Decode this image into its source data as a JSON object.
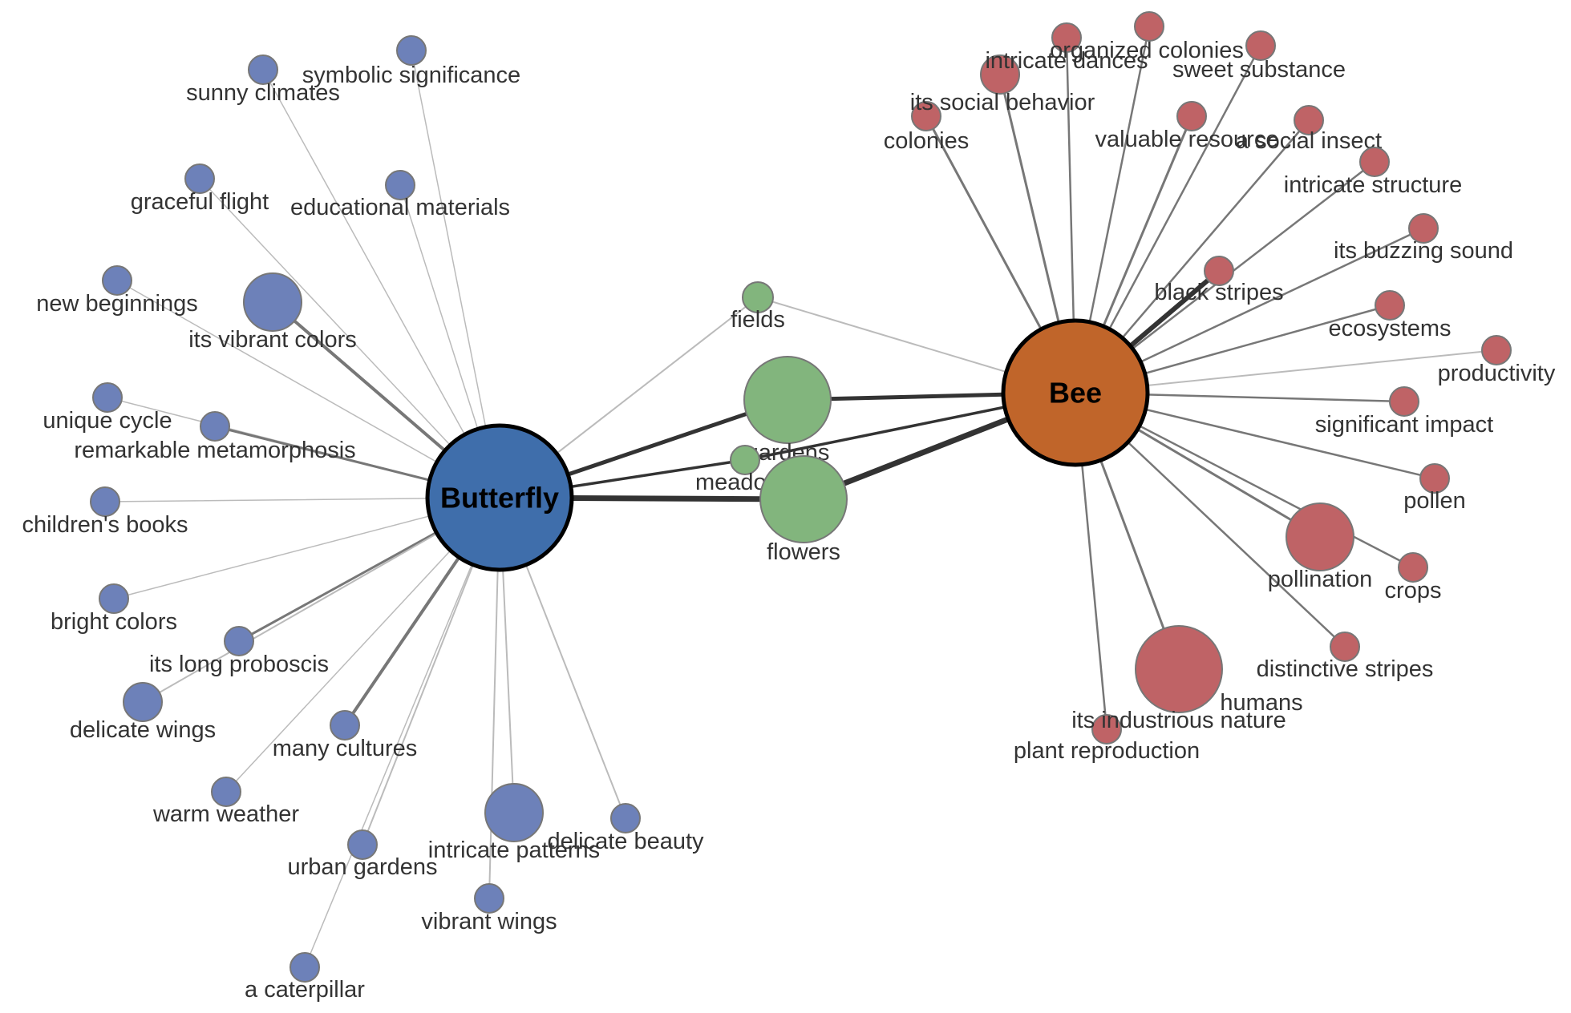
{
  "colors": {
    "butterfly_hub": "#3f6eab",
    "bee_hub": "#c0652a",
    "butterfly_attr": "#6d81b9",
    "bee_attr": "#bf6366",
    "shared": "#82b57d",
    "edge_light": "#bbbbbb",
    "edge_mid": "#777777",
    "edge_dark": "#333333"
  },
  "hubs": [
    {
      "id": "butterfly",
      "label": "Butterfly"
    },
    {
      "id": "bee",
      "label": "Bee"
    }
  ],
  "shared": [
    {
      "id": "fields",
      "label": "fields"
    },
    {
      "id": "gardens",
      "label": "gardens"
    },
    {
      "id": "meadows",
      "label": "meadows"
    },
    {
      "id": "flowers",
      "label": "flowers"
    }
  ],
  "butterfly_nodes": [
    {
      "id": "b1",
      "label": "symbolic significance"
    },
    {
      "id": "b2",
      "label": "sunny climates"
    },
    {
      "id": "b3",
      "label": "graceful flight"
    },
    {
      "id": "b4",
      "label": "educational materials"
    },
    {
      "id": "b5",
      "label": "new beginnings"
    },
    {
      "id": "b6",
      "label": "its vibrant colors"
    },
    {
      "id": "b7",
      "label": "unique cycle"
    },
    {
      "id": "b8",
      "label": "remarkable metamorphosis"
    },
    {
      "id": "b9",
      "label": "children's books"
    },
    {
      "id": "b10",
      "label": "bright colors"
    },
    {
      "id": "b11",
      "label": "its long proboscis"
    },
    {
      "id": "b12",
      "label": "delicate wings"
    },
    {
      "id": "b13",
      "label": "many cultures"
    },
    {
      "id": "b14",
      "label": "warm weather"
    },
    {
      "id": "b15",
      "label": "urban gardens"
    },
    {
      "id": "b16",
      "label": "intricate patterns"
    },
    {
      "id": "b17",
      "label": "delicate beauty"
    },
    {
      "id": "b18",
      "label": "vibrant wings"
    },
    {
      "id": "b19",
      "label": "a caterpillar"
    }
  ],
  "bee_nodes": [
    {
      "id": "e1",
      "label": "organized colonies"
    },
    {
      "id": "e2",
      "label": "intricate dances"
    },
    {
      "id": "e3",
      "label": "sweet substance"
    },
    {
      "id": "e4",
      "label": "its social behavior"
    },
    {
      "id": "e5",
      "label": "colonies"
    },
    {
      "id": "e6",
      "label": "valuable resource"
    },
    {
      "id": "e7",
      "label": "a social insect"
    },
    {
      "id": "e8",
      "label": "intricate structure"
    },
    {
      "id": "e9",
      "label": "its buzzing sound"
    },
    {
      "id": "e10",
      "label": "black stripes"
    },
    {
      "id": "e11",
      "label": "ecosystems"
    },
    {
      "id": "e12",
      "label": "productivity"
    },
    {
      "id": "e13",
      "label": "significant impact"
    },
    {
      "id": "e14",
      "label": "pollen"
    },
    {
      "id": "e15",
      "label": "pollination"
    },
    {
      "id": "e16",
      "label": "crops"
    },
    {
      "id": "e17",
      "label": "distinctive stripes"
    },
    {
      "id": "e18",
      "label": "humans"
    },
    {
      "id": "e19",
      "label": "its industrious nature"
    },
    {
      "id": "e20",
      "label": "plant reproduction"
    }
  ]
}
